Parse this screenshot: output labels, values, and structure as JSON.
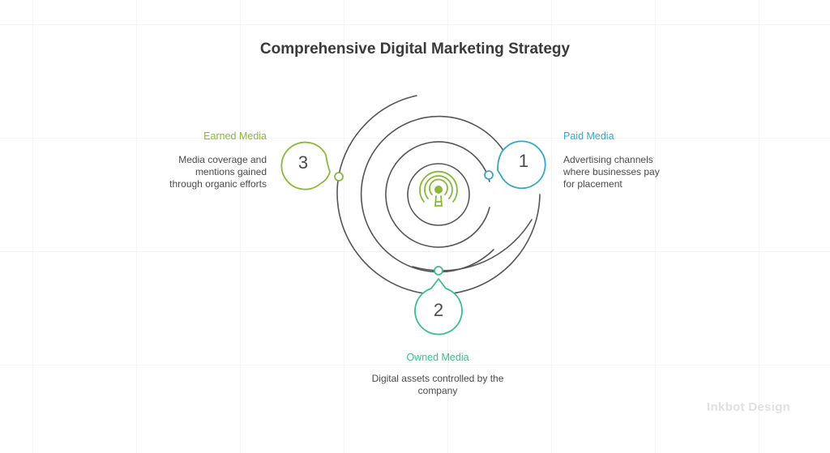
{
  "title": "Comprehensive Digital Marketing Strategy",
  "items": [
    {
      "number": "1",
      "label": "Paid Media",
      "description": "Advertising channels where businesses pay for placement",
      "color": "#3aa6c9"
    },
    {
      "number": "2",
      "label": "Owned Media",
      "description": "Digital assets controlled by the company",
      "color": "#3dbd8e"
    },
    {
      "number": "3",
      "label": "Earned Media",
      "description": "Media coverage and mentions gained through organic efforts",
      "color": "#8ab83b"
    }
  ],
  "center_icon": "signal-broadcast-icon",
  "watermark": "Inkbot Design",
  "colors": {
    "line": "#555555",
    "icon": "#8ab83b"
  }
}
